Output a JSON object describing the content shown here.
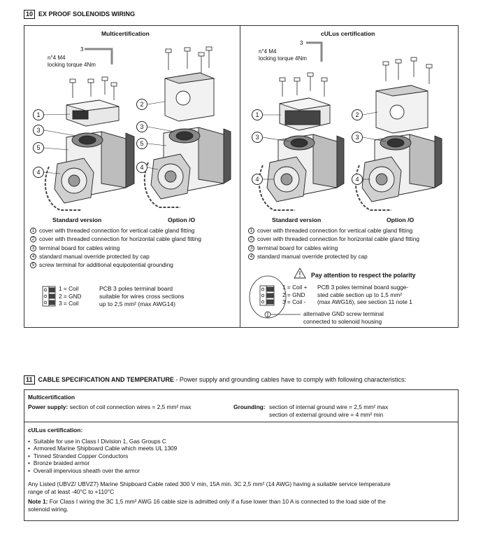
{
  "section10": {
    "number": "10",
    "title": "EX PROOF SOLENOIDS WIRING",
    "left": {
      "title": "Multicertification",
      "callout_num": "3",
      "callout_text_1": "n°4 M4",
      "callout_text_2": "locking torque 4Nm",
      "caption_a": "Standard version",
      "caption_b": "Option /O",
      "legend": [
        {
          "n": "1",
          "text": "cover with threaded connection for vertical cable gland fitting"
        },
        {
          "n": "2",
          "text": "cover with threaded connection for horizontal cable gland fitting"
        },
        {
          "n": "3",
          "text": "terminal board for cables wiring"
        },
        {
          "n": "4",
          "text": "standard manual override protected by cap"
        },
        {
          "n": "5",
          "text": "screw terminal for additional equipotential grounding"
        }
      ],
      "terminals": [
        "1  = Coil",
        "2  = GND",
        "3  = Coil"
      ],
      "pcb_text": [
        "PCB 3 poles terminal board",
        "suitable for wires cross sections",
        "up to 2,5 mm² (max AWG14)"
      ]
    },
    "right": {
      "title": "cULus certification",
      "callout_num": "3",
      "callout_text_1": "n°4 M4",
      "callout_text_2": "locking torque 4Nm",
      "caption_a": "Standard version",
      "caption_b": "Option /O",
      "legend": [
        {
          "n": "1",
          "text": "cover with threaded connection for vertical cable gland fitting"
        },
        {
          "n": "2",
          "text": "cover with threaded connection for horizontal cable gland fitting"
        },
        {
          "n": "3",
          "text": "terminal board for cables wiring"
        },
        {
          "n": "4",
          "text": "standard manual override protected by cap"
        }
      ],
      "warning": "Pay attention to respect the polarity",
      "terminals": [
        "1  = Coil +",
        "2  = GND",
        "3  = Coil -"
      ],
      "pcb_text": [
        "PCB 3 poles terminal board sugge-",
        "sted cable section up to 1,5 mm²",
        "(max AWG16), see section 11 note 1"
      ],
      "gnd_text": [
        "alternative GND screw terminal",
        "connected to solenoid housing"
      ]
    }
  },
  "section11": {
    "number": "11",
    "title_bold": "CABLE SPECIFICATION AND TEMPERATURE",
    "title_rest": " - Power supply and grounding cables have to comply with following characteristics:",
    "multi_title": "Multicertification",
    "power_label": "Power supply:",
    "power_text": " section of coil connection wires = 2,5 mm² max",
    "grounding_label": "Grounding:",
    "grounding_1": "section of internal ground wire =  2,5 mm² max",
    "grounding_2": "section of external ground wire = 4 mm² min",
    "culus_title": "cULus certification:",
    "bullets": [
      "Suitable for use in Class I Division 1, Gas Groups C",
      "Armored Marine Shipboard Cable which meets UL 1309",
      "Tinned Stranded Copper Conductors",
      "Bronze braided armor",
      "Overall impervious sheath over the armor"
    ],
    "listed_1": "Any Listed (UBVZ/ UBVZ7) Marine Shipboard Cable rated 300 V min, 15A min.  3C 2,5 mm² (14 AWG) having a suitable service temperature",
    "listed_2": "range of at least -40°C to +110°C",
    "note_label": "Note 1:",
    "note_1": " For Class I wiring the 3C 1,5 mm² AWG 16 cable size is admitted only if a fuse lower than 10 A is connected to the load side of the",
    "note_2": "solenoid wiring."
  }
}
